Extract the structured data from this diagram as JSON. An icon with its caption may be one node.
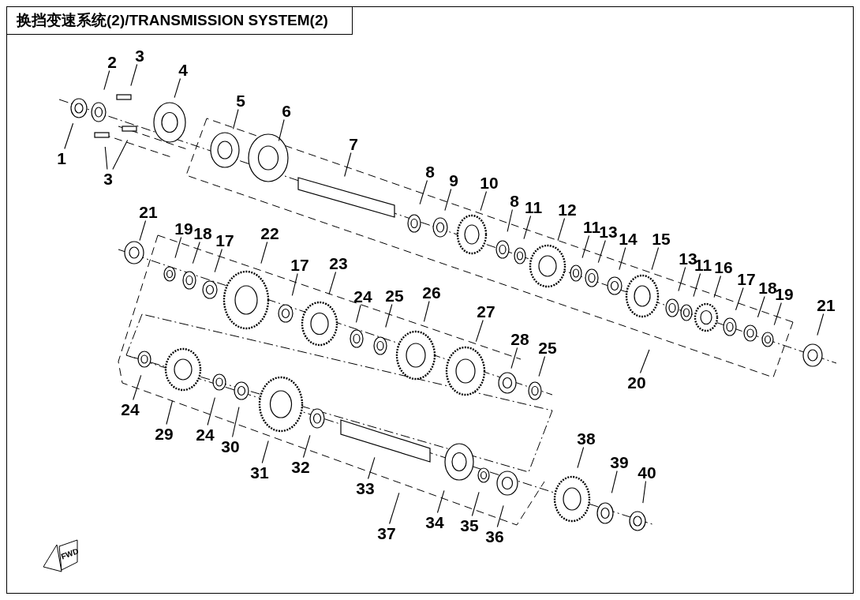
{
  "diagram": {
    "title": "换挡变速系统(2)/TRANSMISSION SYSTEM(2)",
    "nodes": [
      {
        "text": [
          "1"
        ]
      },
      {
        "text": [
          "2"
        ]
      },
      {
        "text": [
          "3"
        ]
      },
      {
        "text": [
          "4"
        ]
      },
      {
        "text": [
          "3"
        ]
      },
      {
        "text": [
          "5"
        ]
      },
      {
        "text": [
          "6"
        ]
      },
      {
        "text": [
          "7"
        ]
      },
      {
        "text": [
          "8"
        ]
      },
      {
        "text": [
          "9"
        ]
      },
      {
        "text": [
          "10"
        ]
      },
      {
        "text": [
          "8"
        ]
      },
      {
        "text": [
          "11"
        ]
      },
      {
        "text": [
          "12"
        ]
      },
      {
        "text": [
          "11"
        ]
      },
      {
        "text": [
          "13"
        ]
      },
      {
        "text": [
          "14"
        ]
      },
      {
        "text": [
          "15"
        ]
      },
      {
        "text": [
          "13"
        ]
      },
      {
        "text": [
          "11"
        ]
      },
      {
        "text": [
          "16"
        ]
      },
      {
        "text": [
          "17"
        ]
      },
      {
        "text": [
          "18"
        ]
      },
      {
        "text": [
          "19"
        ]
      },
      {
        "text": [
          "21"
        ]
      },
      {
        "text": [
          "20"
        ]
      },
      {
        "text": [
          "21"
        ]
      },
      {
        "text": [
          "19"
        ]
      },
      {
        "text": [
          "18"
        ]
      },
      {
        "text": [
          "17"
        ]
      },
      {
        "text": [
          "22"
        ]
      },
      {
        "text": [
          "17"
        ]
      },
      {
        "text": [
          "23"
        ]
      },
      {
        "text": [
          "24"
        ]
      },
      {
        "text": [
          "25"
        ]
      },
      {
        "text": [
          "26"
        ]
      },
      {
        "text": [
          "27"
        ]
      },
      {
        "text": [
          "28"
        ]
      },
      {
        "text": [
          "25"
        ]
      },
      {
        "text": [
          "24"
        ]
      },
      {
        "text": [
          "29"
        ]
      },
      {
        "text": [
          "24"
        ]
      },
      {
        "text": [
          "30"
        ]
      },
      {
        "text": [
          "31"
        ]
      },
      {
        "text": [
          "32"
        ]
      },
      {
        "text": [
          "33"
        ]
      },
      {
        "text": [
          "37"
        ]
      },
      {
        "text": [
          "34"
        ]
      },
      {
        "text": [
          "35"
        ]
      },
      {
        "text": [
          "36"
        ]
      },
      {
        "text": [
          "38"
        ]
      },
      {
        "text": [
          "39"
        ]
      },
      {
        "text": [
          "40"
        ]
      }
    ],
    "edges": [
      {
        "from": 0,
        "to": null,
        "arrow": "none"
      },
      {
        "from": 1,
        "to": null,
        "arrow": "none"
      },
      {
        "from": 2,
        "to": null,
        "arrow": "none"
      },
      {
        "from": 3,
        "to": null,
        "arrow": "none"
      },
      {
        "from": 4,
        "to": null,
        "arrow": "none"
      },
      {
        "from": 4,
        "to": null,
        "arrow": "none"
      },
      {
        "from": 5,
        "to": null,
        "arrow": "none"
      },
      {
        "from": 6,
        "to": null,
        "arrow": "none"
      },
      {
        "from": 7,
        "to": null,
        "arrow": "none"
      },
      {
        "from": 8,
        "to": null,
        "arrow": "none"
      },
      {
        "from": 9,
        "to": null,
        "arrow": "none"
      },
      {
        "from": 10,
        "to": null,
        "arrow": "none"
      },
      {
        "from": 11,
        "to": null,
        "arrow": "none"
      },
      {
        "from": 12,
        "to": null,
        "arrow": "none"
      },
      {
        "from": 13,
        "to": null,
        "arrow": "none"
      },
      {
        "from": 14,
        "to": null,
        "arrow": "none"
      },
      {
        "from": 15,
        "to": null,
        "arrow": "none"
      },
      {
        "from": 16,
        "to": null,
        "arrow": "none"
      },
      {
        "from": 17,
        "to": null,
        "arrow": "none"
      },
      {
        "from": 18,
        "to": null,
        "arrow": "none"
      },
      {
        "from": 19,
        "to": null,
        "arrow": "none"
      },
      {
        "from": 20,
        "to": null,
        "arrow": "none"
      },
      {
        "from": 21,
        "to": null,
        "arrow": "none"
      },
      {
        "from": 22,
        "to": null,
        "arrow": "none"
      },
      {
        "from": 23,
        "to": null,
        "arrow": "none"
      },
      {
        "from": 24,
        "to": null,
        "arrow": "none"
      },
      {
        "from": 25,
        "to": null,
        "arrow": "none"
      },
      {
        "from": 26,
        "to": null,
        "arrow": "none"
      },
      {
        "from": 27,
        "to": null,
        "arrow": "none"
      },
      {
        "from": 28,
        "to": null,
        "arrow": "none"
      },
      {
        "from": 29,
        "to": null,
        "arrow": "none"
      },
      {
        "from": 30,
        "to": null,
        "arrow": "none"
      },
      {
        "from": 31,
        "to": null,
        "arrow": "none"
      },
      {
        "from": 32,
        "to": null,
        "arrow": "none"
      },
      {
        "from": 33,
        "to": null,
        "arrow": "none"
      },
      {
        "from": 34,
        "to": null,
        "arrow": "none"
      },
      {
        "from": 35,
        "to": null,
        "arrow": "none"
      },
      {
        "from": 36,
        "to": null,
        "arrow": "none"
      },
      {
        "from": 37,
        "to": null,
        "arrow": "none"
      },
      {
        "from": 38,
        "to": null,
        "arrow": "none"
      },
      {
        "from": 39,
        "to": null,
        "arrow": "none"
      },
      {
        "from": 40,
        "to": null,
        "arrow": "none"
      },
      {
        "from": 41,
        "to": null,
        "arrow": "none"
      },
      {
        "from": 42,
        "to": null,
        "arrow": "none"
      },
      {
        "from": 43,
        "to": null,
        "arrow": "none"
      },
      {
        "from": 44,
        "to": null,
        "arrow": "none"
      },
      {
        "from": 45,
        "to": null,
        "arrow": "none"
      },
      {
        "from": 46,
        "to": null,
        "arrow": "none"
      },
      {
        "from": 47,
        "to": null,
        "arrow": "none"
      },
      {
        "from": 48,
        "to": null,
        "arrow": "none"
      },
      {
        "from": 49,
        "to": null,
        "arrow": "none"
      },
      {
        "from": 50,
        "to": null,
        "arrow": "none"
      },
      {
        "from": 51,
        "to": null,
        "arrow": "none"
      },
      {
        "from": 52,
        "to": null,
        "arrow": "none"
      }
    ],
    "labels": [
      "FWD"
    ]
  }
}
